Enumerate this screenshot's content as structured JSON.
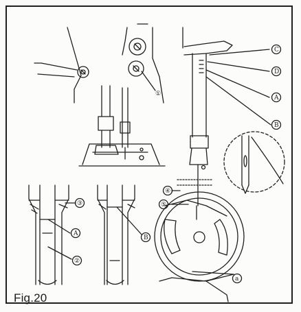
{
  "figure": {
    "caption": "Fig.20",
    "callouts": {
      "c1": "①",
      "c2": "②",
      "c3": "③",
      "c4": "④",
      "c5": "⑤",
      "C": "C",
      "D": "D",
      "A": "A",
      "B": "B",
      "A2": "A",
      "B2": "B",
      "a": "a"
    }
  }
}
